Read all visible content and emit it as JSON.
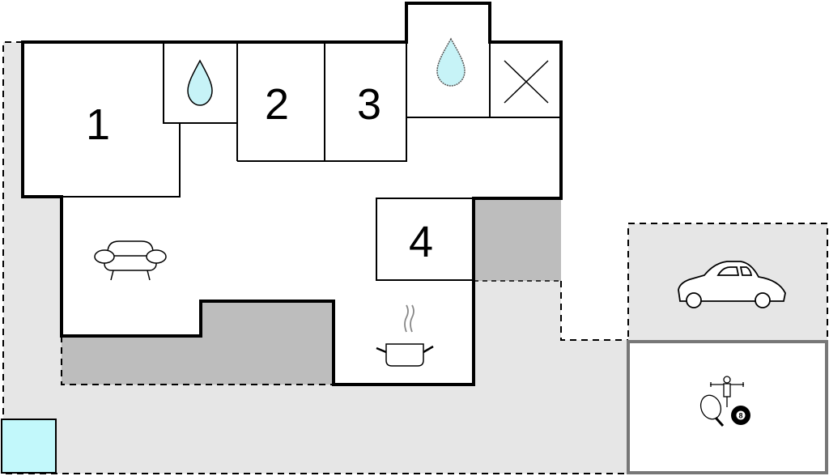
{
  "rooms": {
    "bedroom_1": {
      "label": "1"
    },
    "bedroom_2": {
      "label": "2"
    },
    "bedroom_3": {
      "label": "3"
    },
    "bedroom_4": {
      "label": "4"
    }
  },
  "icons": {
    "bathroom_1": "water-drop-icon",
    "bathroom_2": "water-drop-icon",
    "utility": "x-mark-icon",
    "living": "sofa-icon",
    "kitchen": "cooking-pot-icon",
    "parking": "car-icon",
    "games": [
      "table-football-icon",
      "ping-pong-paddle-icon",
      "billiard-ball-icon"
    ],
    "billiard_ball_number": "8",
    "pool": "pool-square"
  },
  "colors": {
    "terrace": "#e6e6e6",
    "covered_terrace": "#bdbdbd",
    "pool": "#c2f8fb",
    "water_drop": "#c7f3f7",
    "walls": "#000000",
    "game_room_border": "#777777"
  }
}
